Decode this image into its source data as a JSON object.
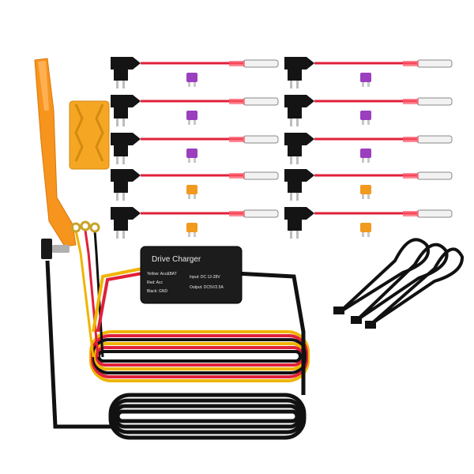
{
  "product_photo": {
    "hardwire_box": {
      "title": "Drive Charger",
      "wire_legend": [
        "Yellow: Acc&BAT",
        "Red: Acc",
        "Black: GND"
      ],
      "input_spec": "Input: DC 12-28V",
      "output_spec": "Output: DC5V/2.5A"
    },
    "colors": {
      "pry_tool": "#f7941d",
      "fuse_puller": "#f5a623",
      "fuse_small": "#9b3fbf",
      "fuse_orange": "#f29a1d",
      "red_wire": "#e0203a",
      "cable": "#111111",
      "yellow_wire": "#f0b400"
    },
    "fuse_taps": {
      "count": 10,
      "fuse_colors": [
        "purple",
        "purple",
        "purple",
        "purple",
        "purple",
        "purple",
        "orange",
        "orange",
        "orange",
        "orange"
      ]
    },
    "zip_ties": {
      "count": 3,
      "color": "black"
    }
  }
}
